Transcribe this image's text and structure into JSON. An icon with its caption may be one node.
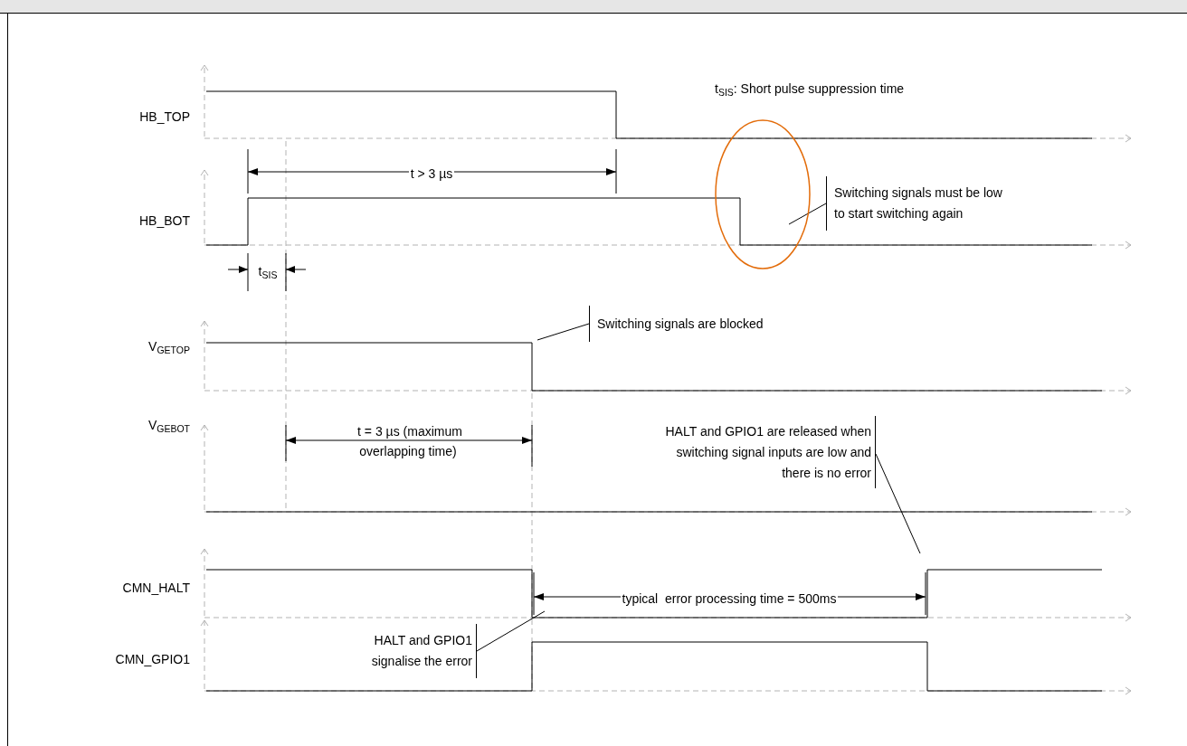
{
  "diagram": {
    "nodes": [
      {
        "text": [
          "Switching signals must be low to start switching again"
        ]
      },
      {
        "text": [],
        "shape": "ellipse"
      },
      {
        "text": [
          "Switching signals are blocked"
        ]
      },
      {
        "text": [
          "HALT and GPIO1 are released when switching signal inputs are low and there is no error"
        ]
      },
      {
        "text": [
          "HALT and GPIO1 signalise the error"
        ]
      }
    ],
    "edges": [
      {
        "from": 0,
        "to": 1,
        "arrow": "none"
      },
      {
        "from": 2,
        "to": null,
        "arrow": "none"
      },
      {
        "from": 3,
        "to": null,
        "arrow": "none"
      },
      {
        "from": 4,
        "to": null,
        "arrow": "none"
      }
    ],
    "labels": [
      "t$_{SIS}$: Short pulse suppression time",
      "HB_TOP",
      "t > 3 µs",
      "HB_BOT",
      "t$_{SIS}$",
      "V$_{GETOP}$",
      "t = 3 µs (maximum overlapping time)",
      "V$_{GEBOT}$",
      "CMN_HALT",
      "typical  error processing time = 500ms",
      "CMN_GPIO1"
    ]
  }
}
